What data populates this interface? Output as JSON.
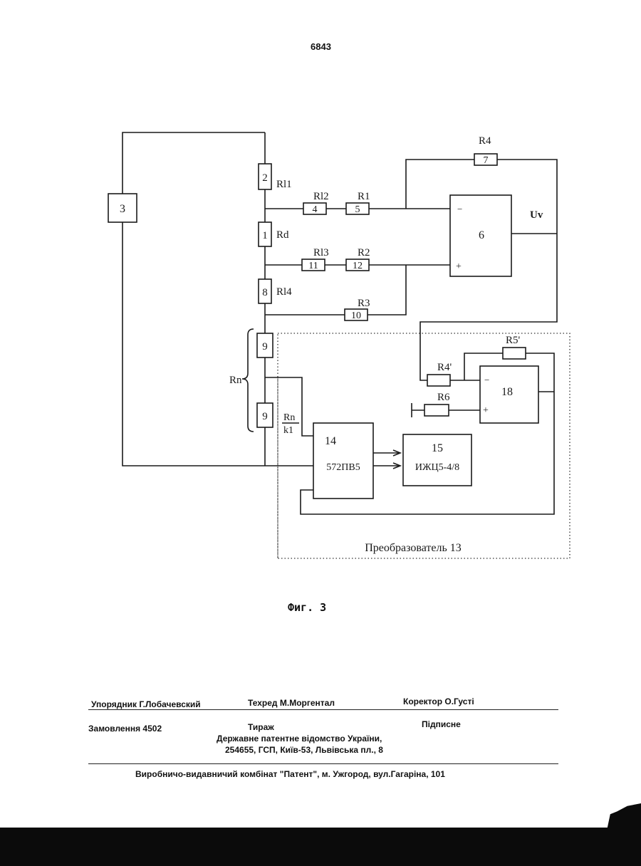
{
  "page_number": "6843",
  "diagram": {
    "blocks": {
      "b3": "3",
      "b2": "2",
      "b1": "1",
      "b8": "8",
      "b9a": "9",
      "b9b": "9",
      "b4": "4",
      "b5": "5",
      "b7": "7",
      "b11": "11",
      "b12": "12",
      "b10": "10",
      "b6": "6",
      "b18": "18",
      "b14_num": "14",
      "b14_type": "572ПВ5",
      "b15_num": "15",
      "b15_type": "ИЖЦ5-4/8"
    },
    "labels": {
      "rl1": "Rl1",
      "rd": "Rd",
      "rl4": "Rl4",
      "rl2": "Rl2",
      "rl3": "Rl3",
      "r1": "R1",
      "r2": "R2",
      "r3": "R3",
      "r4_top": "R4",
      "r4_prime": "R4'",
      "r5_prime": "R5'",
      "r6": "R6",
      "uv": "Uv",
      "rn": "Rn",
      "rn_k1_num": "Rn",
      "rn_k1_den": "k1",
      "minus_6": "−",
      "plus_6": "+",
      "minus_18": "−",
      "plus_18": "+",
      "converter": "Преобразователь 13"
    }
  },
  "figure_caption": "Фиг. 3",
  "footer": {
    "compiler": "Упорядник  Г.Лобачевский",
    "techred": "Техред М.Моргентал",
    "corrector": "Коректор  О.Густі",
    "order": "Замовлення 4502",
    "circulation": "Тираж",
    "subscription": "Підписне",
    "office_line1": "Державне  патентне  відомство  України,",
    "office_line2": "254655, ГСП, Київ-53, Львівська пл., 8",
    "publisher": "Виробничо-видавничий комбінат  \"Патент\", м. Ужгород, вул.Гагаріна, 101"
  }
}
